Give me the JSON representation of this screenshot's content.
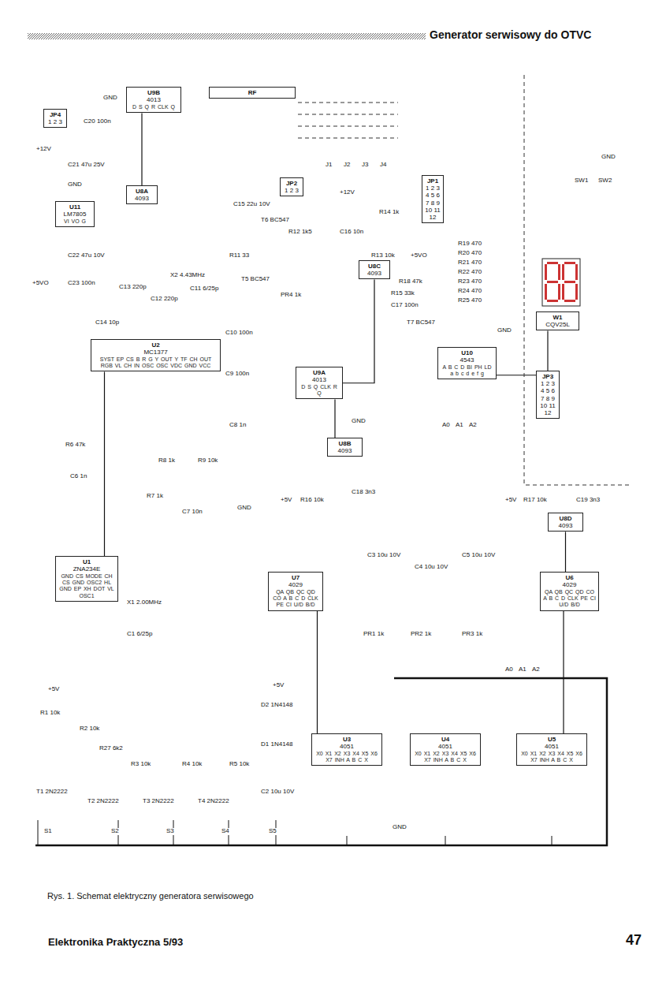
{
  "diagram": {
    "title": "Generator serwisowy do OTVC",
    "caption": "Rys. 1. Schemat elektryczny generatora serwisowego",
    "nodes": [
      {
        "text": [
          "U11",
          "LM7805",
          "VI VO G"
        ]
      },
      {
        "text": [
          "U9B",
          "4013",
          "D S Q R CLK Q"
        ]
      },
      {
        "text": [
          "U8A",
          "4093"
        ]
      },
      {
        "text": [
          "RF"
        ]
      },
      {
        "text": [
          "JP2",
          "1 2 3"
        ]
      },
      {
        "text": [
          "JP4",
          "1 2 3"
        ]
      },
      {
        "text": [
          "U2",
          "MC1377",
          "SYST EP CS B R G Y OUT Y TF CH OUT RGB VL CH IN OSC OSC VDC GND VCC"
        ]
      },
      {
        "text": [
          "U8C",
          "4093"
        ]
      },
      {
        "text": [
          "JP1",
          "1 2 3 4 5 6 7 8 9 10 11 12"
        ]
      },
      {
        "text": [
          "U9A",
          "4013",
          "D S Q CLK R Q"
        ]
      },
      {
        "text": [
          "U10",
          "4543",
          "A B C D BI PH LD a b c d e f g"
        ]
      },
      {
        "text": [
          "W1",
          "CQV25L"
        ]
      },
      {
        "text": [
          "JP3",
          "1 2 3 4 5 6 7 8 9 10 11 12"
        ]
      },
      {
        "text": [
          "U8B",
          "4093"
        ]
      },
      {
        "text": [
          "U8D",
          "4093"
        ]
      },
      {
        "text": [
          "U1",
          "ZNA234E",
          "GND CS MODE CH CS GND OSC2 HL GND EP XH DOT VL OSC1"
        ]
      },
      {
        "text": [
          "U7",
          "4029",
          "QA QB QC QD CO A B C D CLK PE CI U/D B/D"
        ]
      },
      {
        "text": [
          "U6",
          "4029",
          "QA QB QC QD CO A B C D CLK PE CI U/D B/D"
        ]
      },
      {
        "text": [
          "U3",
          "4051",
          "X0 X1 X2 X3 X4 X5 X6 X7 INH A B C X"
        ]
      },
      {
        "text": [
          "U4",
          "4051",
          "X0 X1 X2 X3 X4 X5 X6 X7 INH A B C X"
        ]
      },
      {
        "text": [
          "U5",
          "4051",
          "X0 X1 X2 X3 X4 X5 X6 X7 INH A B C X"
        ]
      }
    ],
    "edges": [
      {
        "from": 15,
        "to": 6,
        "arrow": "none"
      },
      {
        "from": 16,
        "to": 18,
        "arrow": "none"
      },
      {
        "from": 17,
        "to": 20,
        "arrow": "none"
      },
      {
        "from": 17,
        "to": 14,
        "arrow": "none"
      },
      {
        "from": 10,
        "to": 12,
        "arrow": "none"
      },
      {
        "from": 12,
        "to": 11,
        "arrow": "none"
      },
      {
        "from": 9,
        "to": 13,
        "arrow": "none"
      },
      {
        "from": 7,
        "to": 9,
        "arrow": "none"
      },
      {
        "from": 2,
        "to": 1,
        "arrow": "none"
      }
    ],
    "labels": [
      "Elektronika Praktyczna 5/93",
      "47",
      "+12V",
      "C20 100n",
      "C21 47u 25V",
      "GND",
      "C22 47u 10V",
      "C23 100n",
      "+5VO",
      "C14 10p",
      "C13 220p",
      "C12 220p",
      "X2 4.43MHz",
      "C11 6/25p",
      "C15 22u 10V",
      "R11 33",
      "T6 BC547",
      "R12 1k5",
      "T5 BC547",
      "PR4 1k",
      "J1",
      "J2",
      "J3",
      "J4",
      "+12V",
      "C16 10n",
      "R14 1k",
      "R13 10k",
      "+5VO",
      "R15 33k",
      "C17 100n",
      "R18 47k",
      "T7 BC547",
      "R19 470",
      "R20 470",
      "R21 470",
      "R22 470",
      "R23 470",
      "R24 470",
      "R25 470",
      "SW1",
      "SW2",
      "GND",
      "R6 47k",
      "C6 1n",
      "R8 1k",
      "R7 1k",
      "C7 10n",
      "R9 10k",
      "C8 1n",
      "C9 100n",
      "C10 100n",
      "GND",
      "+5V",
      "R16 10k",
      "C18 3n3",
      "GND",
      "A0",
      "A1",
      "A2",
      "GND",
      "+5V",
      "R17 10k",
      "C19 3n3",
      "C3 10u 10V",
      "C4 10u 10V",
      "C5 10u 10V",
      "PR1 1k",
      "PR2 1k",
      "PR3 1k",
      "A0",
      "A1",
      "A2",
      "X1 2.00MHz",
      "C1 6/25p",
      "+5V",
      "R1 10k",
      "R2 10k",
      "R27 6k2",
      "R3 10k",
      "R4 10k",
      "R5 10k",
      "T1 2N2222",
      "T2 2N2222",
      "T3 2N2222",
      "T4 2N2222",
      "+5V",
      "D2 1N4148",
      "D1 1N4148",
      "C2 10u 10V",
      "S1",
      "S2",
      "S3",
      "S4",
      "S5",
      "GND",
      "GND"
    ]
  }
}
